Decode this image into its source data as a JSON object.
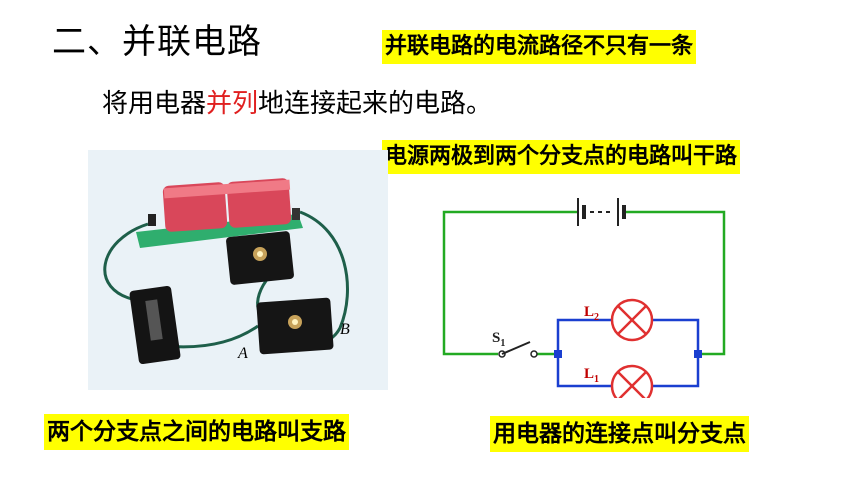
{
  "slide": {
    "title": "二、并联电路",
    "note_top": "并联电路的电流路径不只有一条",
    "definition": {
      "before": "将用电器",
      "highlight": "并列",
      "after": "地连接起来的电路。"
    },
    "note_main_circuit": "电源两极到两个分支点的电路叫干路",
    "note_branch_circuit": "两个分支点之间的电路叫支路",
    "note_junction": "用电器的连接点叫分支点",
    "colors": {
      "highlight": "#ffff00",
      "emphasis_text": "#e02020",
      "main_wire": "#22aa22",
      "branch_wire": "#1a3fd0",
      "lamp": "#e03030"
    }
  },
  "photo": {
    "point_a": "A",
    "point_b": "B"
  },
  "diagram": {
    "switch_label": "S",
    "switch_sub": "1",
    "lamp2_label": "L",
    "lamp2_sub": "2",
    "lamp1_label": "L",
    "lamp1_sub": "1"
  }
}
